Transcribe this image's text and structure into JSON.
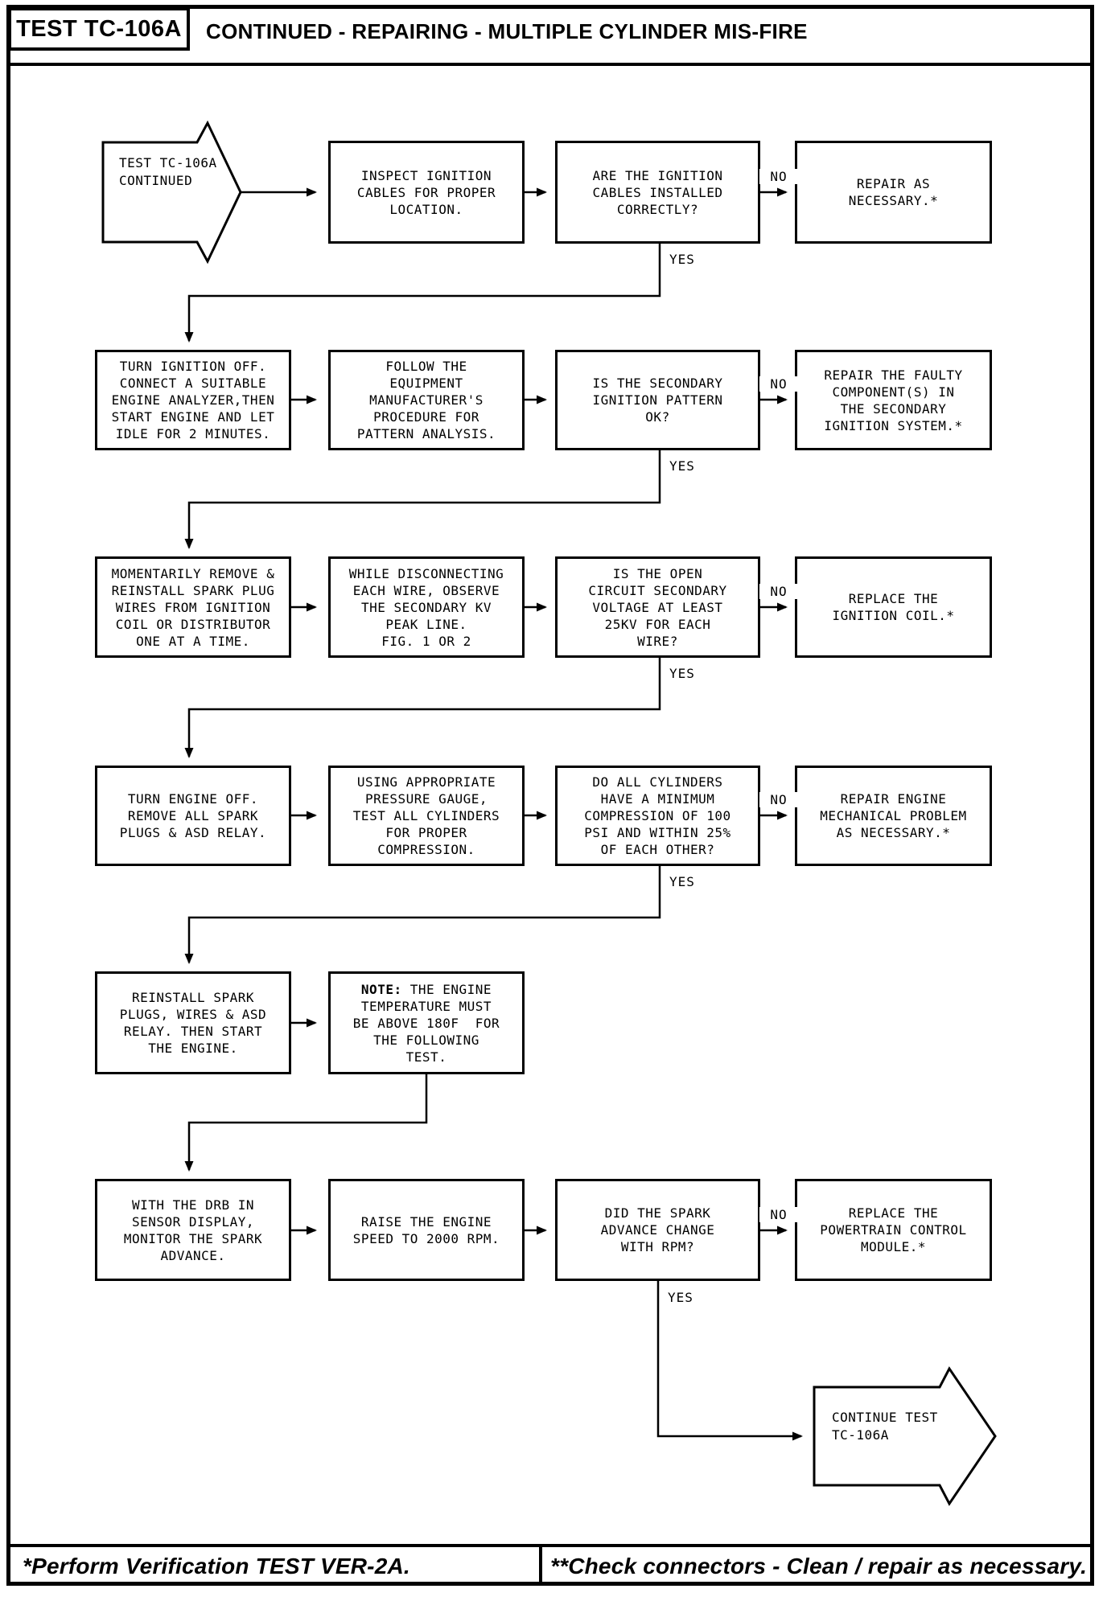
{
  "header": {
    "test_id": "TEST TC-106A",
    "title": "CONTINUED - REPAIRING - MULTIPLE CYLINDER MIS-FIRE"
  },
  "labels": {
    "yes": "YES",
    "no": "NO"
  },
  "nodes": {
    "start": {
      "lines": [
        "TEST TC-106A",
        "CONTINUED"
      ]
    },
    "r1_inspect": {
      "lines": [
        "INSPECT IGNITION",
        "CABLES FOR PROPER",
        "LOCATION."
      ]
    },
    "r1_q": {
      "lines": [
        "ARE THE IGNITION",
        "CABLES INSTALLED",
        "CORRECTLY?"
      ]
    },
    "r1_repair": {
      "lines": [
        "REPAIR AS",
        "NECESSARY.*"
      ]
    },
    "r2_turn_ignition": {
      "lines": [
        "TURN IGNITION OFF.",
        "CONNECT A SUITABLE",
        "ENGINE ANALYZER,THEN",
        "START ENGINE AND LET",
        "IDLE FOR 2 MINUTES."
      ]
    },
    "r2_follow": {
      "lines": [
        "FOLLOW THE",
        "EQUIPMENT",
        "MANUFACTURER'S",
        "PROCEDURE FOR",
        "PATTERN ANALYSIS."
      ]
    },
    "r2_q": {
      "lines": [
        "IS THE SECONDARY",
        "IGNITION PATTERN",
        "OK?"
      ]
    },
    "r2_repair": {
      "lines": [
        "REPAIR THE FAULTY",
        "COMPONENT(S) IN",
        "THE SECONDARY",
        "IGNITION SYSTEM.*"
      ]
    },
    "r3_remove": {
      "lines": [
        "MOMENTARILY REMOVE &",
        "REINSTALL SPARK PLUG",
        "WIRES FROM IGNITION",
        "COIL OR DISTRIBUTOR",
        "ONE AT A TIME."
      ]
    },
    "r3_observe": {
      "lines": [
        "WHILE DISCONNECTING",
        "EACH WIRE, OBSERVE",
        "THE SECONDARY KV",
        "PEAK LINE.",
        "FIG. 1 OR 2"
      ]
    },
    "r3_q": {
      "lines": [
        "IS THE OPEN",
        "CIRCUIT SECONDARY",
        "VOLTAGE AT LEAST",
        "25KV FOR EACH",
        "WIRE?"
      ]
    },
    "r3_replace_coil": {
      "lines": [
        "REPLACE THE",
        "IGNITION COIL.*"
      ]
    },
    "r4_turn_engine_off": {
      "lines": [
        "TURN ENGINE OFF.",
        "REMOVE ALL SPARK",
        "PLUGS & ASD RELAY."
      ]
    },
    "r4_gauge": {
      "lines": [
        "USING APPROPRIATE",
        "PRESSURE GAUGE,",
        "TEST ALL CYLINDERS",
        "FOR PROPER",
        "COMPRESSION."
      ]
    },
    "r4_q": {
      "lines": [
        "DO ALL CYLINDERS",
        "HAVE A MINIMUM",
        "COMPRESSION OF 100",
        "PSI AND WITHIN 25%",
        "OF EACH OTHER?"
      ]
    },
    "r4_repair_mech": {
      "lines": [
        "REPAIR ENGINE",
        "MECHANICAL PROBLEM",
        "AS NECESSARY.*"
      ]
    },
    "r5_reinstall": {
      "lines": [
        "REINSTALL SPARK",
        "PLUGS, WIRES & ASD",
        "RELAY. THEN START",
        "THE ENGINE."
      ]
    },
    "r5_note": {
      "prefix": "NOTE: ",
      "rest": [
        "THE ENGINE",
        "TEMPERATURE MUST",
        "BE ABOVE 180F  FOR",
        "THE FOLLOWING",
        "TEST."
      ]
    },
    "r6_drb": {
      "lines": [
        "WITH THE DRB IN",
        "SENSOR DISPLAY,",
        "MONITOR THE SPARK",
        "ADVANCE."
      ]
    },
    "r6_raise": {
      "lines": [
        "RAISE THE ENGINE",
        "SPEED TO 2000 RPM."
      ]
    },
    "r6_q": {
      "lines": [
        "DID THE SPARK",
        "ADVANCE CHANGE",
        "WITH RPM?"
      ]
    },
    "r6_replace_pcm": {
      "lines": [
        "REPLACE THE",
        "POWERTRAIN CONTROL",
        "MODULE.*"
      ]
    },
    "end": {
      "lines": [
        "CONTINUE TEST",
        "TC-106A"
      ]
    }
  },
  "footer": {
    "left": "*Perform Verification TEST VER-2A.",
    "right": "**Check connectors - Clean / repair as necessary."
  }
}
